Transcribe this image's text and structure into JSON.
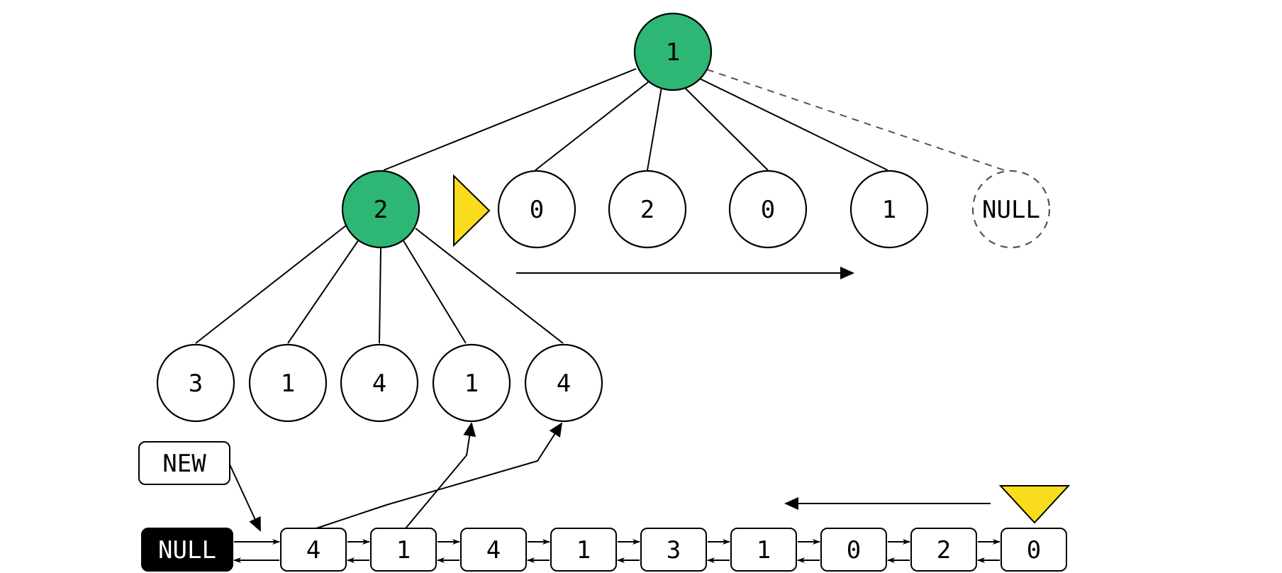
{
  "tree": {
    "root": {
      "label": "1",
      "highlighted": true
    },
    "level1": [
      {
        "label": "2",
        "highlighted": true
      },
      {
        "label": "0"
      },
      {
        "label": "2"
      },
      {
        "label": "0"
      },
      {
        "label": "1"
      },
      {
        "label": "NULL",
        "dashed": true
      }
    ],
    "level2": [
      {
        "label": "3"
      },
      {
        "label": "1"
      },
      {
        "label": "4"
      },
      {
        "label": "1"
      },
      {
        "label": "4"
      }
    ]
  },
  "list": {
    "head_label": "NULL",
    "nodes": [
      "4",
      "1",
      "4",
      "1",
      "3",
      "1",
      "0",
      "2",
      "0"
    ]
  },
  "new_label": "NEW",
  "colors": {
    "highlight": "#2db674",
    "pointer": "#f9dc1c",
    "null_box": "#000000"
  }
}
